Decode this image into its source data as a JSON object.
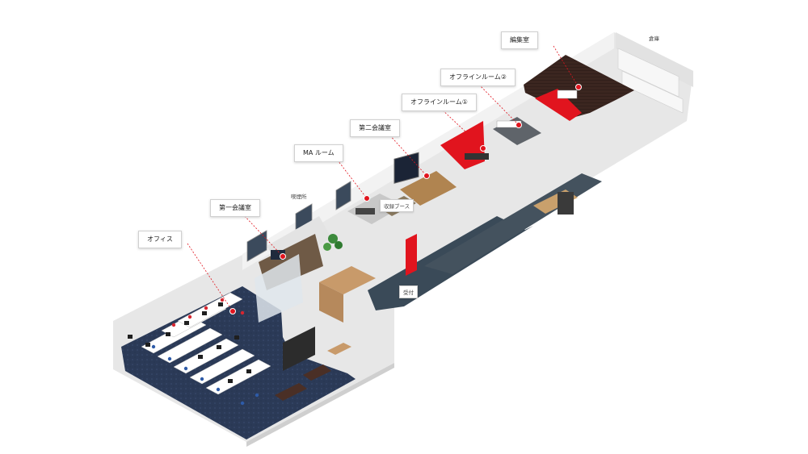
{
  "rooms": {
    "office": "オフィス",
    "meeting1": "第一会議室",
    "ma_room": "MA ルーム",
    "meeting2": "第二会議室",
    "offline1": "オフラインルーム①",
    "offline2": "オフラインルーム②",
    "editing": "編集室"
  },
  "labels": {
    "smoking": "喫煙所",
    "recording_booth": "収録ブース",
    "reception": "受付",
    "storage": "倉庫"
  },
  "colors": {
    "accent": "#e1141e",
    "floor_navy": "#2b3a57",
    "floor_corridor": "#3a4a58",
    "wall": "#ececec",
    "wall_shadow": "#cfcfcf",
    "dark_wood": "#3b2620"
  }
}
